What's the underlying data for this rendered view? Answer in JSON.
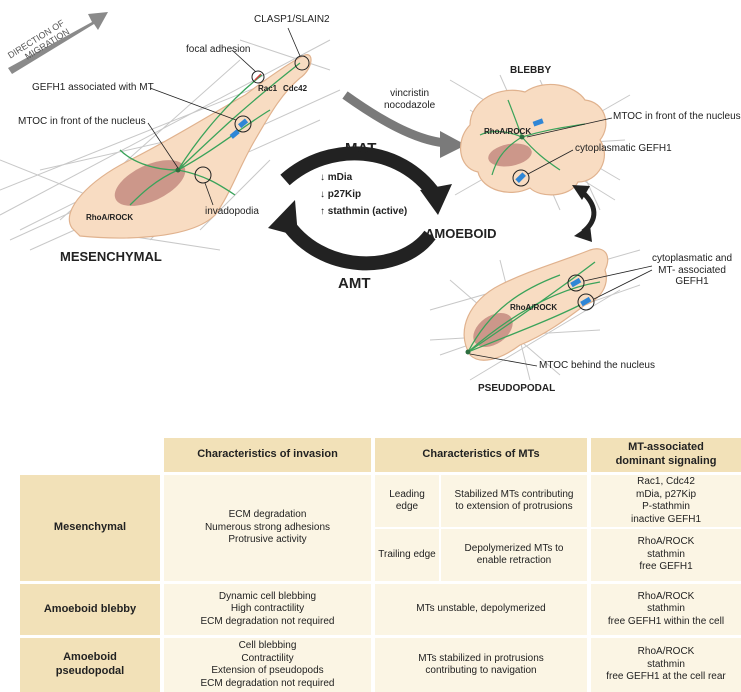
{
  "diagram": {
    "direction_label": [
      "DIRECTION OF",
      "MIGRATION"
    ],
    "mesenchymal": {
      "title": "MESENCHYMAL",
      "clasp": "CLASP1/SLAIN2",
      "focal_adhesion": "focal adhesion",
      "rac1": "Rac1",
      "cdc42": "Cdc42",
      "gefh1_mt": "GEFH1 associated with MT",
      "mtoc": "MTOC in front of the nucleus",
      "invadopodia": "invadopodia",
      "rhoa": "RhoA/ROCK"
    },
    "transition": {
      "mat": "MAT",
      "amt": "AMT",
      "drug1": "vincristin",
      "drug2": "nocodazole",
      "item1": "↓ mDia",
      "item2": "↓ p27Kip",
      "item3": "↑ stathmin (active)"
    },
    "amoeboid": {
      "title": "AMOEBOID",
      "blebby": "BLEBBY",
      "blebby_rhoa": "RhoA/ROCK",
      "blebby_mtoc": "MTOC in front of the nucleus",
      "blebby_gefh1": "cytoplasmatic GEFH1",
      "pseudo": "PSEUDOPODAL",
      "pseudo_rhoa": "RhoA/ROCK",
      "pseudo_gefh1": [
        "cytoplasmatic and",
        "MT- associated",
        "GEFH1"
      ],
      "pseudo_mtoc": "MTOC behind the nucleus"
    }
  },
  "table": {
    "headers": [
      "Characteristics of invasion",
      "Characteristics of MTs",
      "MT-associated\ndominant signaling"
    ],
    "rows": [
      {
        "name": "Mesenchymal",
        "invasion": "ECM degradation\nNumerous strong adhesions\nProtrusive activity",
        "mts": [
          {
            "sub": "Leading\nedge",
            "text": "Stabilized MTs contributing\nto extension of protrusions",
            "signal": "Rac1, Cdc42\nmDia, p27Kip\nP-stathmin\ninactive GEFH1"
          },
          {
            "sub": "Trailing edge",
            "text": "Depolymerized MTs to\nenable retraction",
            "signal": "RhoA/ROCK\nstathmin\nfree GEFH1"
          }
        ]
      },
      {
        "name": "Amoeboid blebby",
        "invasion": "Dynamic cell blebbing\nHigh contractility\nECM degradation not required",
        "mts_text": "MTs unstable, depolymerized",
        "signal": "RhoA/ROCK\nstathmin\nfree GEFH1 within the cell"
      },
      {
        "name": "Amoeboid\npseudopodal",
        "invasion": "Cell blebbing\nContractility\nExtension of pseudopods\nECM degradation not required",
        "mts_text": "MTs stabilized in protrusions\ncontributing to navigation",
        "signal": "RhoA/ROCK\nstathmin\nfree GEFH1 at the cell rear"
      }
    ]
  },
  "colors": {
    "cell_fill": "#f8dcc2",
    "cell_edge": "#e0b28e",
    "nucleus": "#c48b80",
    "microtubule": "#3aa35a",
    "gefh1": "#2f86d6",
    "arrow_dark": "#222222",
    "arrow_gray": "#7a7a7a",
    "table_header": "#f2e1b8",
    "table_body": "#fbf5e4"
  }
}
